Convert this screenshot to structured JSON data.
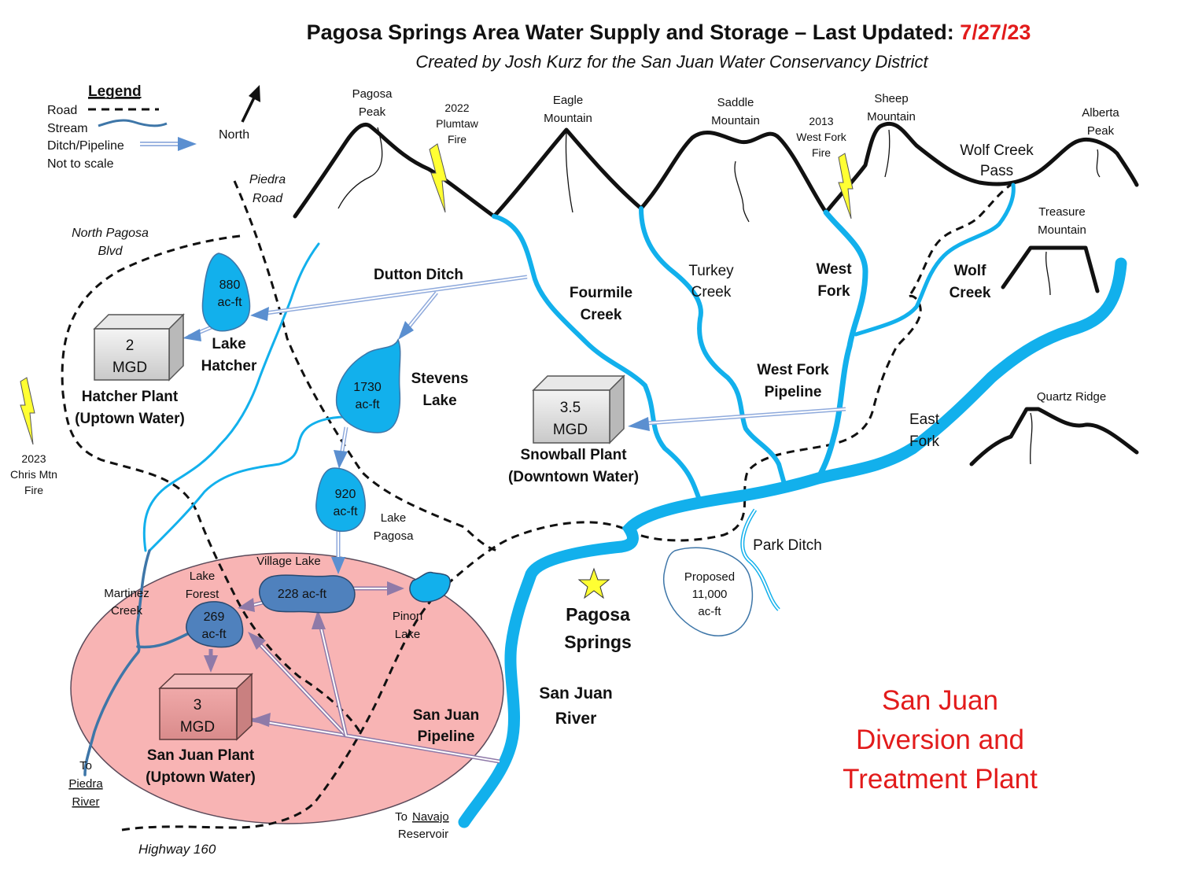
{
  "title": {
    "main": "Pagosa Springs Area Water Supply and Storage – Last Updated:",
    "date": "7/27/23",
    "subtitle": "Created by Josh Kurz for the San Juan Water Conservancy District"
  },
  "legend": {
    "heading": "Legend",
    "road": "Road",
    "stream": "Stream",
    "ditch": "Ditch/Pipeline",
    "scale": "Not to scale",
    "north": "North"
  },
  "peaks": {
    "pagosa": [
      "Pagosa",
      "Peak"
    ],
    "eagle": [
      "Eagle",
      "Mountain"
    ],
    "saddle": [
      "Saddle",
      "Mountain"
    ],
    "sheep": [
      "Sheep",
      "Mountain"
    ],
    "alberta": [
      "Alberta",
      "Peak"
    ],
    "wolf_pass": [
      "Wolf Creek",
      "Pass"
    ],
    "treasure": [
      "Treasure",
      "Mountain"
    ],
    "quartz": "Quartz Ridge"
  },
  "fires": {
    "plumtaw": [
      "2022",
      "Plumtaw",
      "Fire"
    ],
    "west_fork": [
      "2013",
      "West Fork",
      "Fire"
    ],
    "chris_mtn": [
      "2023",
      "Chris Mtn",
      "Fire"
    ]
  },
  "roads": {
    "piedra": [
      "Piedra",
      "Road"
    ],
    "north_pagosa": [
      "North Pagosa",
      "Blvd"
    ],
    "hwy": "Highway 160"
  },
  "streams": {
    "fourmile": [
      "Fourmile",
      "Creek"
    ],
    "turkey": [
      "Turkey",
      "Creek"
    ],
    "west_fork": [
      "West",
      "Fork"
    ],
    "wolf": [
      "Wolf",
      "Creek"
    ],
    "east_fork": [
      "East",
      "Fork"
    ],
    "san_juan": [
      "San Juan",
      "River"
    ],
    "martinez": [
      "Martinez",
      "Creek"
    ]
  },
  "ditches": {
    "dutton": "Dutton Ditch",
    "west_fork_pipeline": [
      "West Fork",
      "Pipeline"
    ],
    "park": "Park Ditch",
    "sj_pipeline": [
      "San Juan",
      "Pipeline"
    ]
  },
  "lakes": {
    "hatcher": {
      "capacity": [
        "880",
        "ac-ft"
      ],
      "name": [
        "Lake",
        "Hatcher"
      ]
    },
    "stevens": {
      "capacity": [
        "1730",
        "ac-ft"
      ],
      "name": [
        "Stevens",
        "Lake"
      ]
    },
    "pagosa": {
      "capacity": [
        "920",
        "ac-ft"
      ],
      "name": [
        "Lake",
        "Pagosa"
      ]
    },
    "village": {
      "capacity": "228 ac-ft",
      "name": "Village Lake"
    },
    "forest": {
      "capacity": [
        "269",
        "ac-ft"
      ],
      "name": [
        "Lake",
        "Forest"
      ]
    },
    "pinon": {
      "name": [
        "Pinon",
        "Lake"
      ]
    },
    "proposed": [
      "Proposed",
      "11,000",
      "ac-ft"
    ]
  },
  "plants": {
    "hatcher": {
      "capacity": [
        "2",
        "MGD"
      ],
      "name": [
        "Hatcher Plant",
        "(Uptown Water)"
      ]
    },
    "snowball": {
      "capacity": [
        "3.5",
        "MGD"
      ],
      "name": [
        "Snowball Plant",
        "(Downtown Water)"
      ]
    },
    "san_juan": {
      "capacity": [
        "3",
        "MGD"
      ],
      "name": [
        "San Juan Plant",
        "(Uptown Water)"
      ]
    }
  },
  "town": [
    "Pagosa",
    "Springs"
  ],
  "to_piedra": [
    "To",
    "Piedra",
    "River"
  ],
  "to_navajo": [
    "To",
    "Navajo",
    "Reservoir"
  ],
  "diversion_title": [
    "San Juan",
    "Diversion and",
    "Treatment Plant"
  ],
  "colors": {
    "stream": "#12b0ec",
    "blue_dark": "#3e76a8",
    "lake": "#12b0ec",
    "lake_dark": "#4f81bd",
    "pink_zone": "#f8b4b4",
    "red": "#e21b1b",
    "fire": "#ffff33",
    "pipeline": "#8faadc",
    "purple_pipe": "#8f7aa8"
  },
  "icons": {
    "fire": "lightning-bolt",
    "north": "north-arrow",
    "town": "star"
  }
}
